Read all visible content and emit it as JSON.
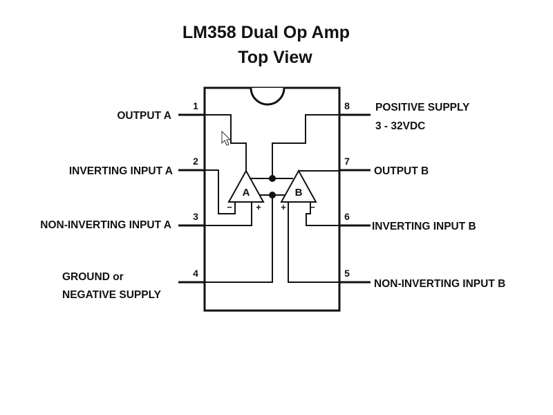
{
  "title": {
    "line1": "LM358 Dual Op Amp",
    "line2": "Top View"
  },
  "pins": {
    "p1": {
      "number": "1",
      "label": "OUTPUT A"
    },
    "p2": {
      "number": "2",
      "label": "INVERTING INPUT A"
    },
    "p3": {
      "number": "3",
      "label": "NON-INVERTING INPUT A"
    },
    "p4": {
      "number": "4",
      "label_line1": "GROUND or",
      "label_line2": "NEGATIVE SUPPLY"
    },
    "p5": {
      "number": "5",
      "label": "NON-INVERTING INPUT B"
    },
    "p6": {
      "number": "6",
      "label": "INVERTING INPUT B"
    },
    "p7": {
      "number": "7",
      "label": "OUTPUT B"
    },
    "p8": {
      "number": "8",
      "label_line1": "POSITIVE SUPPLY",
      "label_line2": "3 - 32VDC"
    }
  },
  "amplifiers": {
    "a": {
      "letter": "A",
      "minus": "−",
      "plus": "+"
    },
    "b": {
      "letter": "B",
      "minus": "−",
      "plus": "+"
    }
  },
  "colors": {
    "ink": "#111111",
    "background": "#ffffff"
  },
  "icons": {
    "cursor": "mouse-pointer-icon"
  }
}
